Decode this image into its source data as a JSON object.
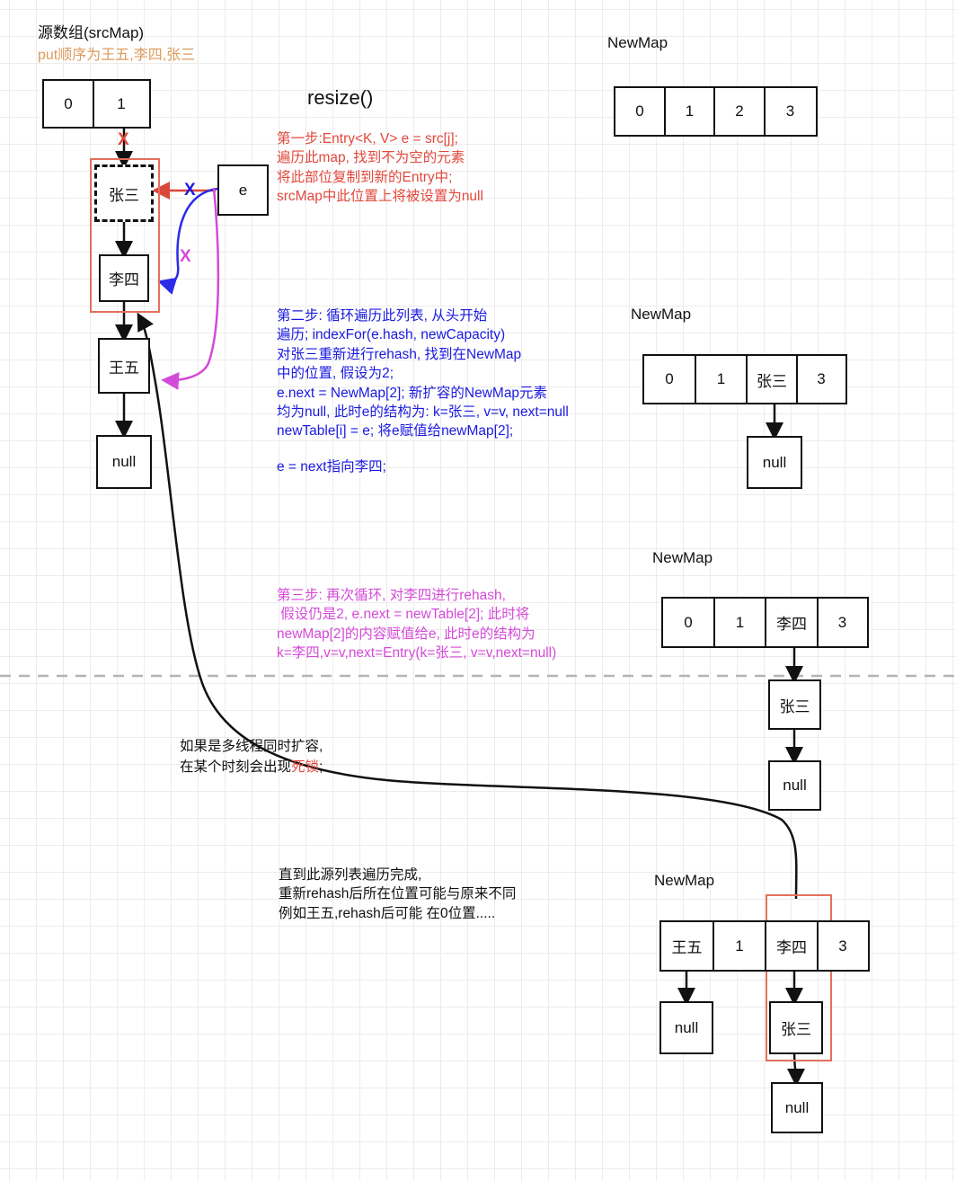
{
  "diagram": {
    "title": "resize()",
    "src_map": {
      "caption": "源数组(srcMap)",
      "put_order_note": "put顺序为王五,李四,张三",
      "cells": [
        "0",
        "1"
      ],
      "chain": [
        "张三",
        "李四",
        "王五",
        "null"
      ],
      "pointer_box": "e",
      "x_marks": [
        "X",
        "X",
        "X"
      ]
    },
    "new_maps": [
      {
        "caption": "NewMap",
        "cells": [
          "0",
          "1",
          "2",
          "3"
        ],
        "chain": []
      },
      {
        "caption": "NewMap",
        "cells": [
          "0",
          "1",
          "张三",
          "3"
        ],
        "chain": [
          "null"
        ]
      },
      {
        "caption": "NewMap",
        "cells": [
          "0",
          "1",
          "李四",
          "3"
        ],
        "chain": [
          "张三",
          "null"
        ]
      },
      {
        "caption": "NewMap",
        "cells": [
          "王五",
          "1",
          "李四",
          "3"
        ],
        "chain_left": [
          "null"
        ],
        "chain": [
          "张三",
          "null"
        ]
      }
    ],
    "notes": {
      "step1": "第一步:Entry<K, V> e = src[j];\n遍历此map, 找到不为空的元素\n将此部位复制到新的Entry中;\nsrcMap中此位置上将被设置为null",
      "step2": "第二步: 循环遍历此列表, 从头开始\n遍历; indexFor(e.hash, newCapacity)\n对张三重新进行rehash, 找到在NewMap\n中的位置, 假设为2;\ne.next = NewMap[2]; 新扩容的NewMap元素\n均为null, 此时e的结构为: k=张三, v=v, next=null\nnewTable[i] = e; 将e赋值给newMap[2];",
      "step2b": "e = next指向李四;",
      "step3": "第三步: 再次循环, 对李四进行rehash,\n 假设仍是2, e.next = newTable[2]; 此时将\nnewMap[2]的内容赋值给e, 此时e的结构为\nk=李四,v=v,next=Entry(k=张三, v=v,next=null)",
      "deadlock_line1": "如果是多线程同时扩容,",
      "deadlock_line2_pre": "在某个时刻会出现",
      "deadlock_word": "死锁",
      "deadlock_line2_post": ";",
      "final_note": "直到此源列表遍历完成,\n重新rehash后所在位置可能与原来不同\n例如王五,rehash后可能 在0位置....."
    },
    "colors": {
      "red": "#e2483c",
      "blue": "#1a1ae0",
      "magenta": "#d44ad8",
      "orange": "#dd9b5e",
      "red_frame": "#e2705c",
      "black": "#111111"
    }
  }
}
